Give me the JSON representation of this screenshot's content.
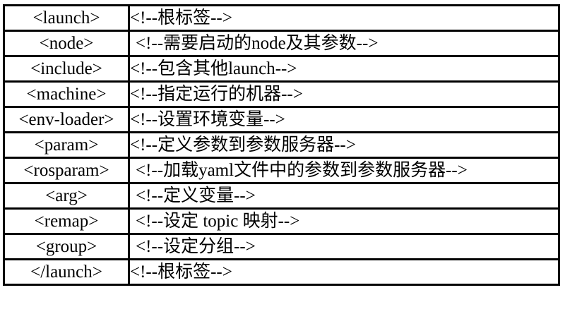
{
  "table": {
    "rows": [
      {
        "tag": "<launch>",
        "comment": "<!--根标签-->",
        "indent": false
      },
      {
        "tag": "<node>",
        "comment": "<!--需要启动的node及其参数-->",
        "indent": true
      },
      {
        "tag": "<include>",
        "comment": "<!--包含其他launch-->",
        "indent": false
      },
      {
        "tag": "<machine>",
        "comment": "<!--指定运行的机器-->",
        "indent": false
      },
      {
        "tag": "<env-loader>",
        "comment": "<!--设置环境变量-->",
        "indent": false
      },
      {
        "tag": "<param>",
        "comment": "<!--定义参数到参数服务器-->",
        "indent": false
      },
      {
        "tag": "<rosparam>",
        "comment": "<!--加载yaml文件中的参数到参数服务器-->",
        "indent": true
      },
      {
        "tag": "<arg>",
        "comment": "<!--定义变量-->",
        "indent": true
      },
      {
        "tag": "<remap>",
        "comment": "<!--设定 topic 映射-->",
        "indent": true
      },
      {
        "tag": "<group>",
        "comment": "<!--设定分组-->",
        "indent": true
      },
      {
        "tag": "</launch>",
        "comment": "<!--根标签-->",
        "indent": false
      }
    ]
  }
}
